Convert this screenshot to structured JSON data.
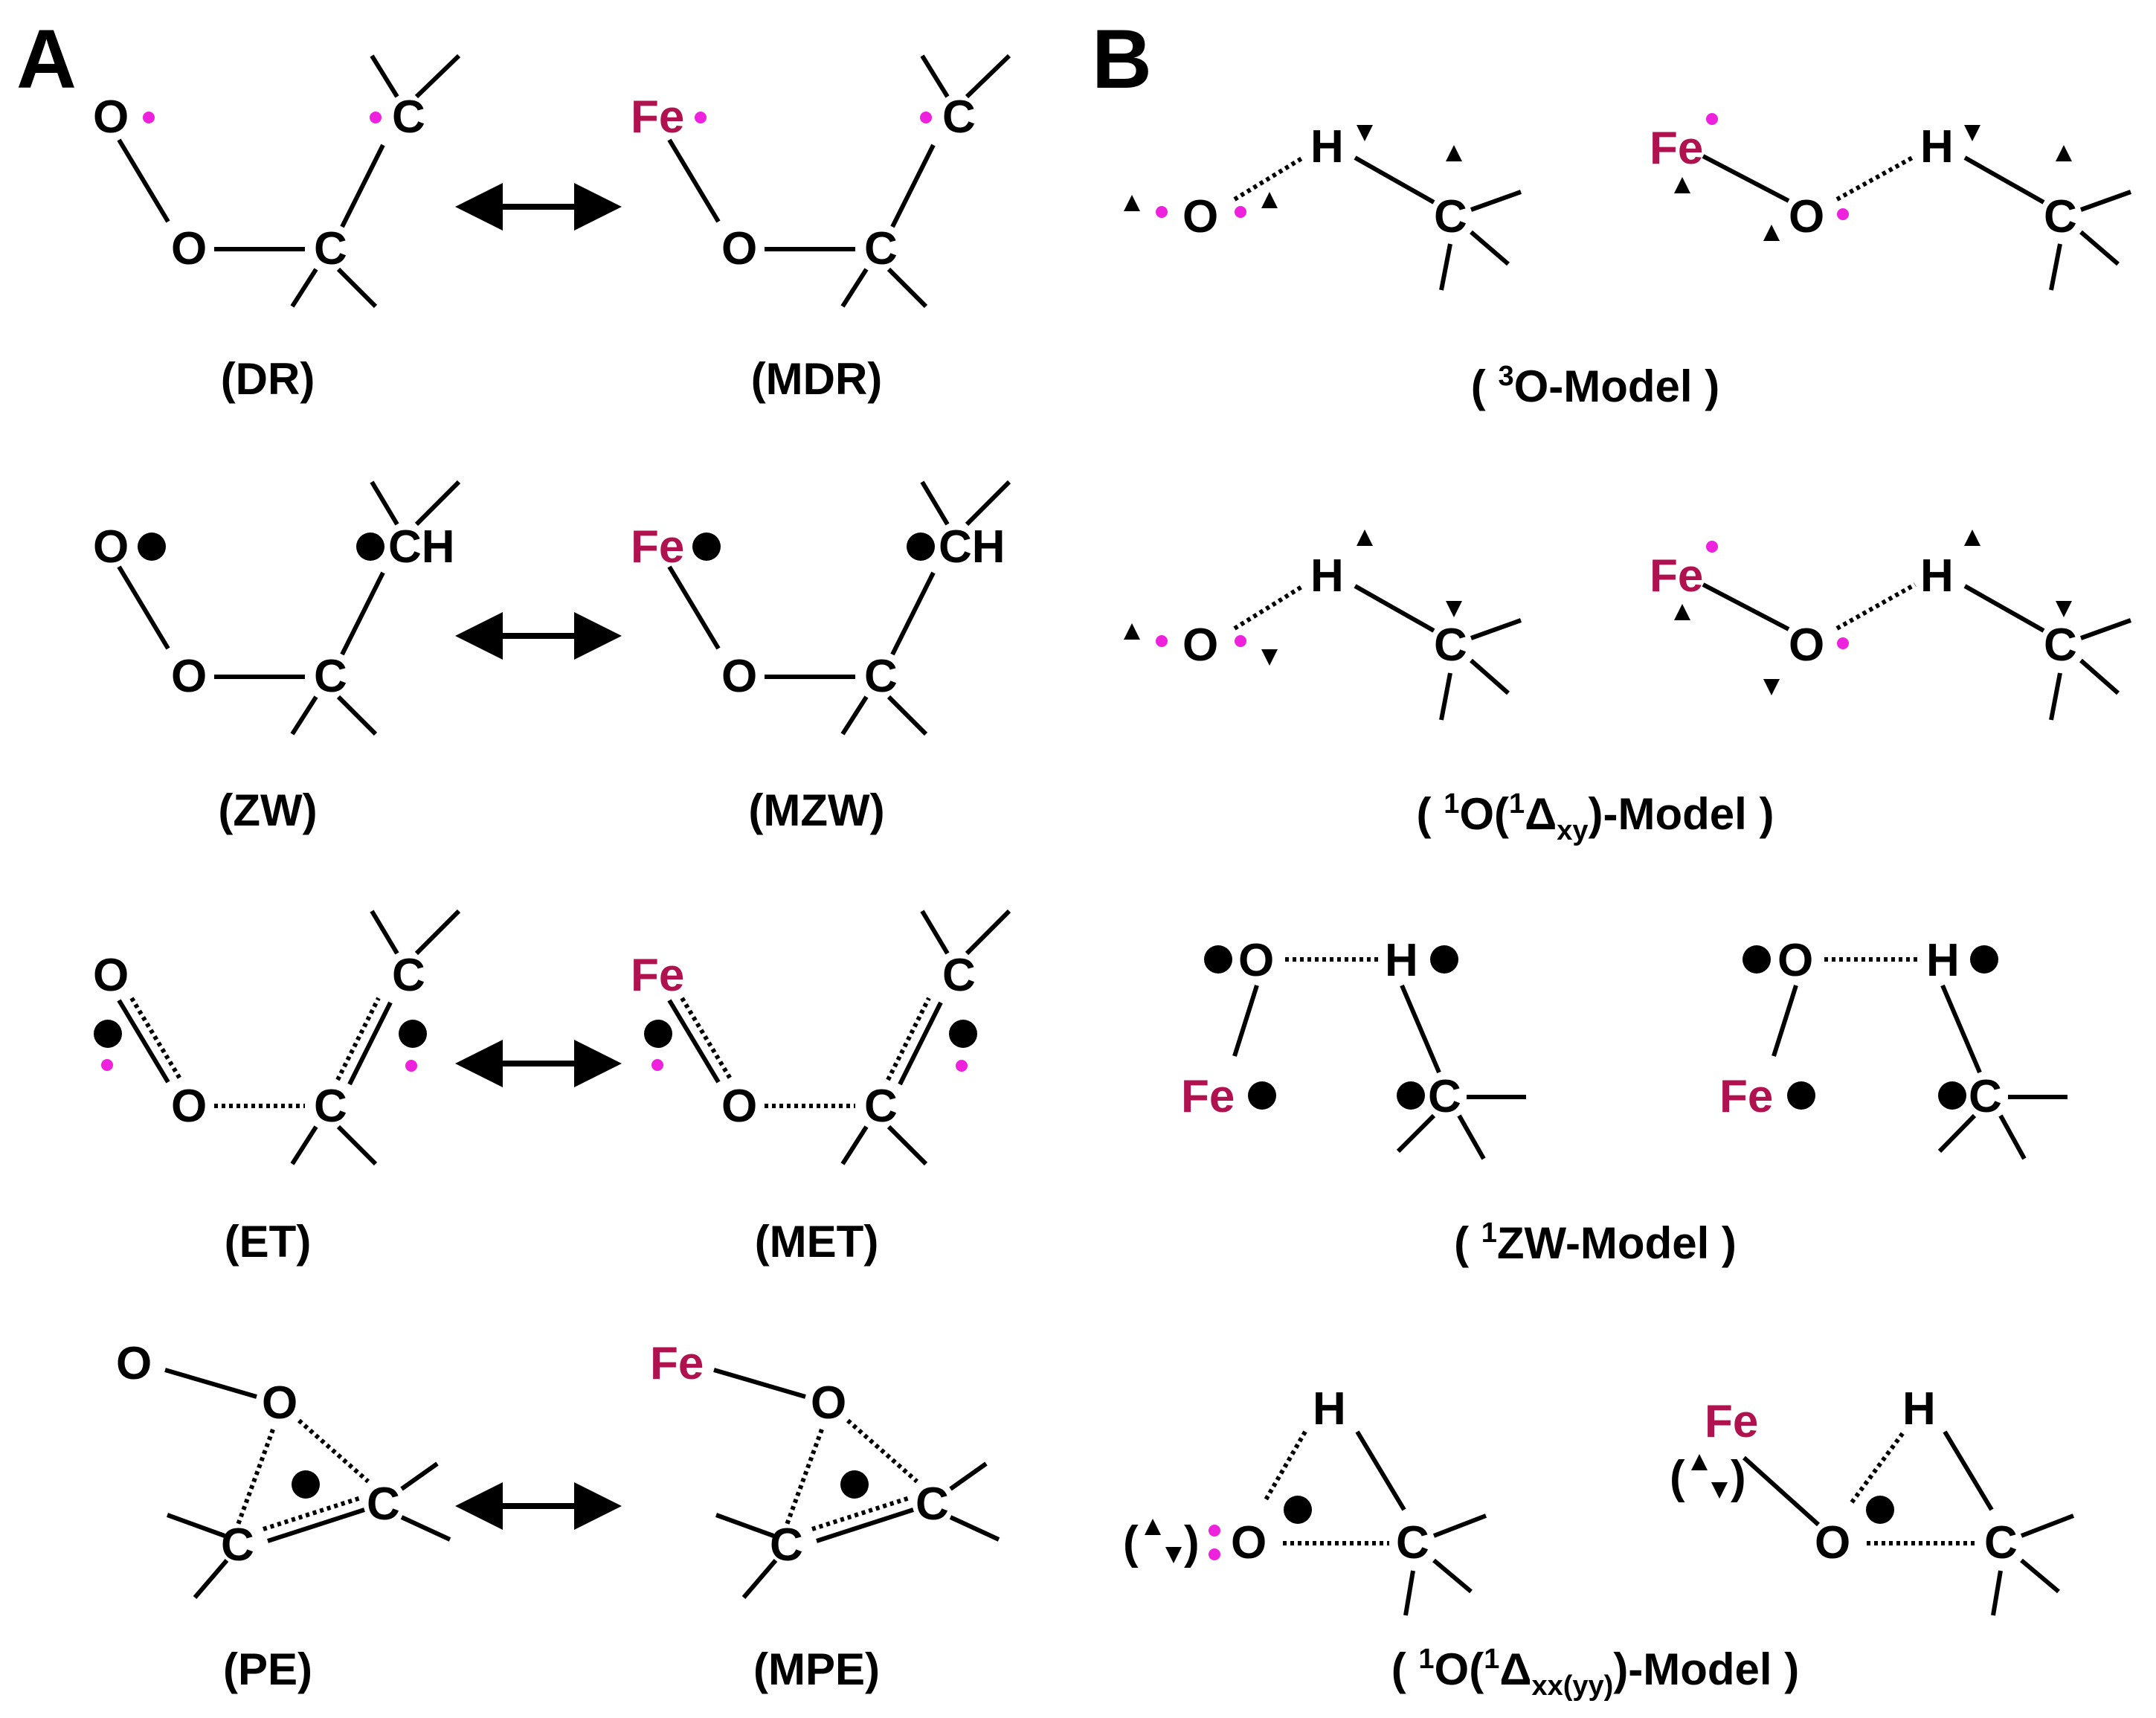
{
  "panels": {
    "a": "A",
    "b": "B"
  },
  "atoms": {
    "O": "O",
    "C": "C",
    "H": "H",
    "Fe": "Fe",
    "CH": "CH"
  },
  "labels_a": {
    "dr": "(DR)",
    "mdr": "(MDR)",
    "zw": "(ZW)",
    "mzw": "(MZW)",
    "et": "(ET)",
    "met": "(MET)",
    "pe": "(PE)",
    "mpe": "(MPE)"
  },
  "labels_b": {
    "m1_pre": "( ",
    "m1_sup": "3",
    "m1_post": "O-Model )",
    "m2_pre": "( ",
    "m2_sup1": "1",
    "m2_mid": "O(",
    "m2_sup2": "1",
    "m2_delta": "Δ",
    "m2_sub": "xy",
    "m2_post": ")-Model )",
    "m3_pre": "( ",
    "m3_sup": "1",
    "m3_post": "ZW-Model )",
    "m4_pre": "( ",
    "m4_sup1": "1",
    "m4_mid": "O(",
    "m4_sup2": "1",
    "m4_delta": "Δ",
    "m4_sub": "xx(yy)",
    "m4_post": ")-Model )"
  },
  "paren_open": "(",
  "paren_close": ")",
  "colors": {
    "fe": "#b0124f",
    "radical": "#ee22dd",
    "minus": "#1e8fe6",
    "plus": "#e51d1d",
    "spin_up": "#14cc66",
    "spin_down": "#9b3ff0"
  }
}
